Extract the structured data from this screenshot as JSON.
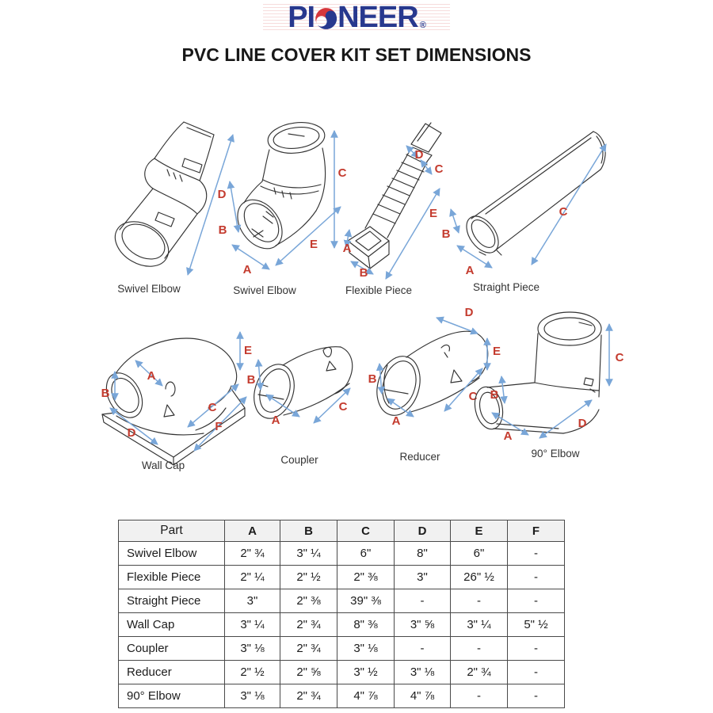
{
  "header": {
    "brand": {
      "pre": "PI",
      "post": "NEER",
      "registered": "®"
    },
    "title": "PVC LINE COVER KIT SET DIMENSIONS"
  },
  "figures": [
    {
      "caption": "Swivel Elbow",
      "letters": [
        "D"
      ]
    },
    {
      "caption": "Swivel Elbow",
      "letters": [
        "B",
        "A",
        "E",
        "C"
      ]
    },
    {
      "caption": "Flexible Piece",
      "letters": [
        "D",
        "C",
        "E",
        "A",
        "B"
      ]
    },
    {
      "caption": "Straight Piece",
      "letters": [
        "B",
        "A",
        "C"
      ]
    },
    {
      "caption": "Wall Cap",
      "letters": [
        "B",
        "A",
        "D",
        "C",
        "F",
        "E"
      ]
    },
    {
      "caption": "Coupler",
      "letters": [
        "B",
        "A",
        "C"
      ]
    },
    {
      "caption": "Reducer",
      "letters": [
        "D",
        "E",
        "B",
        "C",
        "A"
      ]
    },
    {
      "caption": "90° Elbow",
      "letters": [
        "C",
        "B",
        "A",
        "D"
      ]
    }
  ],
  "table": {
    "columns": [
      "Part",
      "A",
      "B",
      "C",
      "D",
      "E",
      "F"
    ],
    "rows": [
      [
        "Swivel Elbow",
        "2\" ¾",
        "3\" ¼",
        "6\"",
        "8\"",
        "6\"",
        "-"
      ],
      [
        "Flexible Piece",
        "2\" ¼",
        "2\" ½",
        "2\" ⅜",
        "3\"",
        "26\" ½",
        "-"
      ],
      [
        "Straight Piece",
        "3\"",
        "2\" ⅜",
        "39\" ⅜",
        "-",
        "-",
        "-"
      ],
      [
        "Wall Cap",
        "3\" ¼",
        "2\" ¾",
        "8\" ⅜",
        "3\" ⅝",
        "3\" ¼",
        "5\" ½"
      ],
      [
        "Coupler",
        "3\" ⅛",
        "2\" ¾",
        "3\" ⅛",
        "-",
        "-",
        "-"
      ],
      [
        "Reducer",
        "2\" ½",
        "2\" ⅝",
        "3\" ½",
        "3\" ⅛",
        "2\" ¾",
        "-"
      ],
      [
        "90° Elbow",
        "3\" ⅛",
        "2\" ¾",
        "4\" ⅞",
        "4\" ⅞",
        "-",
        "-"
      ]
    ]
  },
  "colors": {
    "brand_navy": "#28388e",
    "brand_red": "#d6363b",
    "dim_letter_red": "#c43b2e",
    "arrow_blue": "#79a6d8",
    "sketch_ink": "#333333"
  }
}
